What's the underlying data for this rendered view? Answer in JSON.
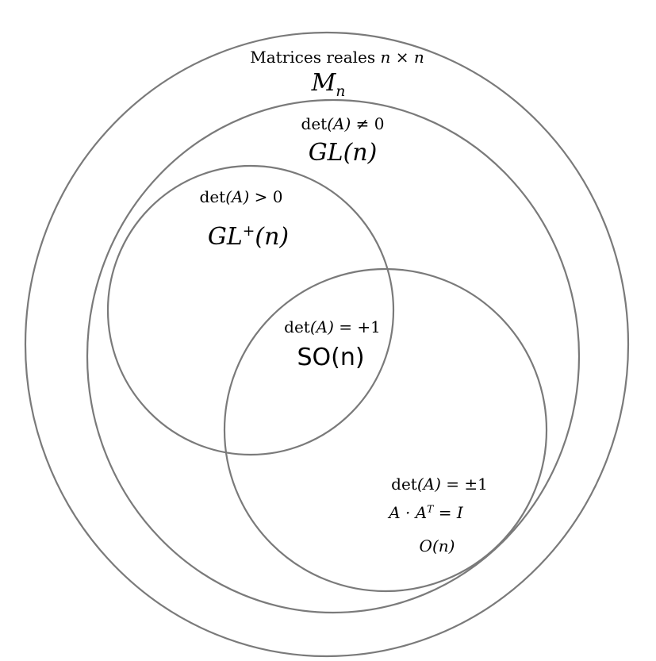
{
  "colors": {
    "stroke": "#7a7a7a",
    "text": "#000000",
    "background": "#ffffff"
  },
  "sets": {
    "Mn": {
      "condition_prefix": "Matrices reales ",
      "condition_math": "n × n",
      "name_base": "M",
      "name_sub": "n"
    },
    "GLn": {
      "condition_fn": "det",
      "condition_arg": "(A)",
      "condition_rel": " ≠ 0",
      "name_base": "GL",
      "name_arg": "(n)"
    },
    "GLplus": {
      "condition_fn": "det",
      "condition_arg": "(A)",
      "condition_rel": " > 0",
      "name_base": "GL",
      "name_sup": "+",
      "name_arg": "(n)"
    },
    "SOn": {
      "condition_fn": "det",
      "condition_arg": "(A)",
      "condition_rel": " = +1",
      "name": "SO(n)"
    },
    "On": {
      "condition_fn": "det",
      "condition_arg": "(A)",
      "condition_rel": " = ±1",
      "condition2_a": "A · A",
      "condition2_sup": "T",
      "condition2_rest": " = I",
      "name": "O(n)"
    }
  }
}
